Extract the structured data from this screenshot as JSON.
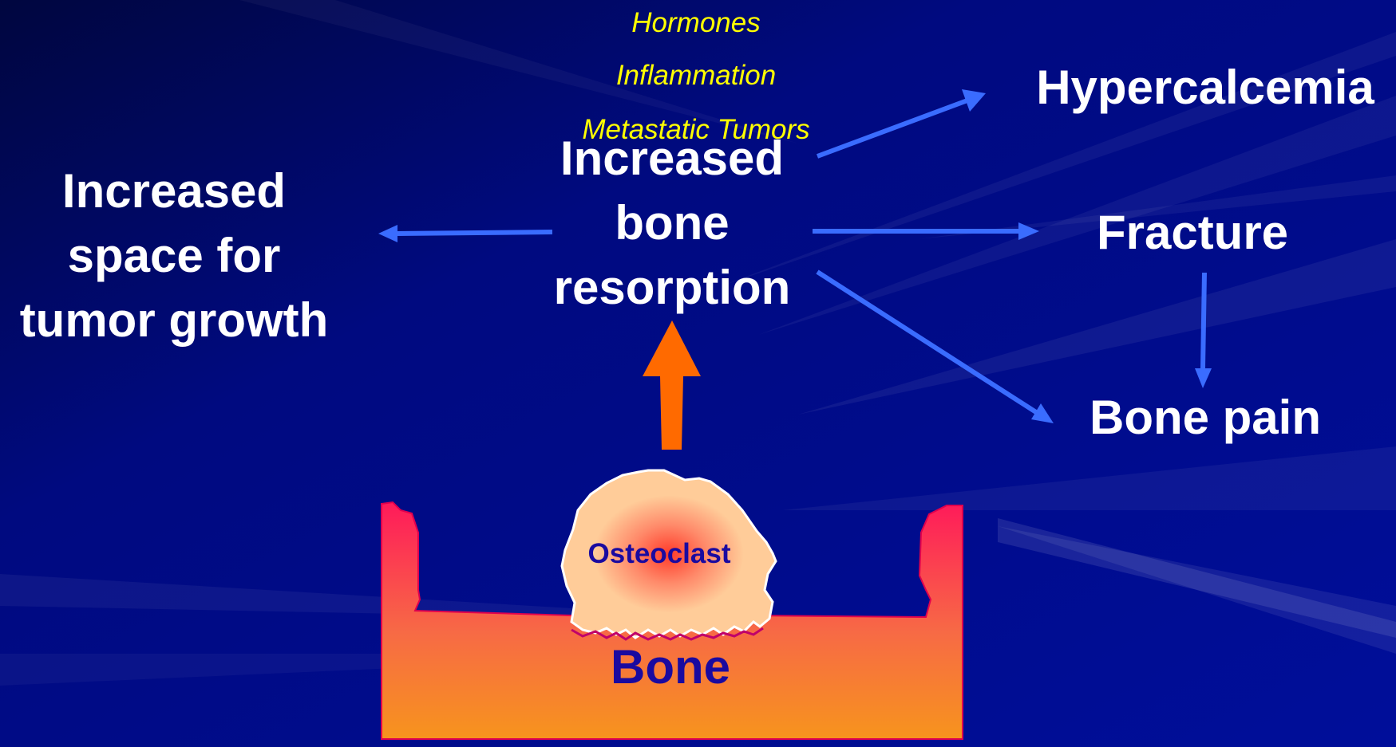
{
  "slide": {
    "background_color": "#000a7a",
    "factors": [
      "Hormones",
      "Inflammation",
      "Metastatic Tumors"
    ],
    "center": {
      "lines": [
        "Increased",
        "bone",
        "resorption"
      ]
    },
    "left": {
      "lines": [
        "Increased",
        "space for",
        "tumor growth"
      ]
    },
    "outcomes": {
      "hypercalcemia": "Hypercalcemia",
      "fracture": "Fracture",
      "bone_pain": "Bone pain"
    },
    "osteoclast_label": "Osteoclast",
    "bone_label": "Bone",
    "colors": {
      "factor_text": "#ffff00",
      "main_text": "#ffffff",
      "arrow_blue": "#3a6cff",
      "arrow_orange": "#ff6a00",
      "bone_top": "#ff1a5a",
      "bone_bottom": "#f7941d",
      "osteoclast_fill": "#ffcc99",
      "label_text": "#1a0aa0"
    }
  }
}
